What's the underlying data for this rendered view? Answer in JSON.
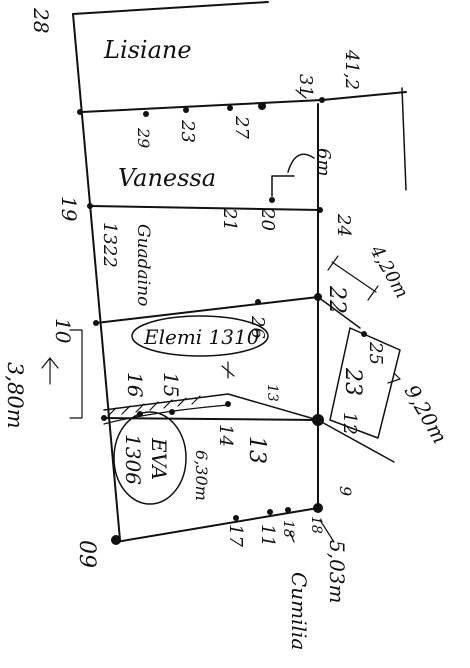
{
  "labels": {
    "top_left_28": "28",
    "bottom_left_09": "09",
    "left_19": "19",
    "left_10": "10",
    "left_measure": "3,80m",
    "lisiane": "Lisiane",
    "n31": "31",
    "n41": "41,2",
    "n23_top": "23",
    "n27": "27",
    "n29_sketch": "29",
    "six_m": "6m",
    "vanessa": "Vanessa",
    "n21": "21",
    "n20": "20",
    "n24": "24",
    "guadaino": "Guadaino",
    "n1322": "1322",
    "measure_420": "4,20m",
    "n22": "22",
    "n26": "26",
    "elemi": "Elemi 1310",
    "n25": "25",
    "n23_mid": "23",
    "measure_920": "9,20m",
    "n16": "16",
    "n15": "15",
    "n13_small": "13",
    "n14": "14",
    "n13": "13",
    "n12": "12",
    "eva": "EVA",
    "n1306": "1306",
    "measure_630": "6,30m",
    "n17": "17",
    "n11": "11",
    "n18": "18",
    "measure_503": "5,03m",
    "cumilia": "Cumilia",
    "q9": "9",
    "n18_small": "18"
  },
  "colors": {
    "ink": "#111111",
    "paper": "#ffffff"
  }
}
